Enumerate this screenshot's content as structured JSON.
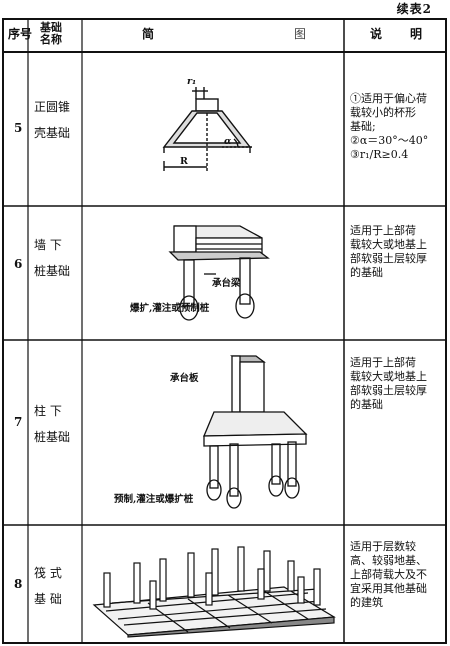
{
  "caption": "续表2",
  "header": {
    "no": "序号",
    "name_line1": "基础",
    "name_line2": "名称",
    "figure_a": "简",
    "figure_b": "图",
    "desc_a": "说",
    "desc_b": "明"
  },
  "rows": [
    {
      "no": "5",
      "name_line1": "正圆锥",
      "name_line2": "壳基础",
      "desc": [
        "①适用于偏心荷",
        "载较小的杯形",
        "基础;",
        "②α＝30°～40°",
        "③r₁/R≥0.4"
      ],
      "labels": [
        "r₁",
        "α",
        "R"
      ]
    },
    {
      "no": "6",
      "name_line1": "墙  下",
      "name_line2": "桩基础",
      "desc": [
        "适用于上部荷",
        "载较大或地基上",
        "部软弱土层较厚",
        "的基础"
      ],
      "labels": [
        "承台梁",
        "爆扩,灌注或预制桩"
      ]
    },
    {
      "no": "7",
      "name_line1": "柱  下",
      "name_line2": "桩基础",
      "desc": [
        "适用于上部荷",
        "载较大或地基上",
        "部软弱土层较厚",
        "的基础"
      ],
      "labels": [
        "承台板",
        "预制,灌注或爆扩桩"
      ]
    },
    {
      "no": "8",
      "name_line1": "筏  式",
      "name_line2": "基  础",
      "desc": [
        "适用于层数较",
        "高、较弱地基、",
        "上部荷载大及不",
        "宜采用其他基础",
        "的建筑"
      ],
      "labels": []
    }
  ]
}
